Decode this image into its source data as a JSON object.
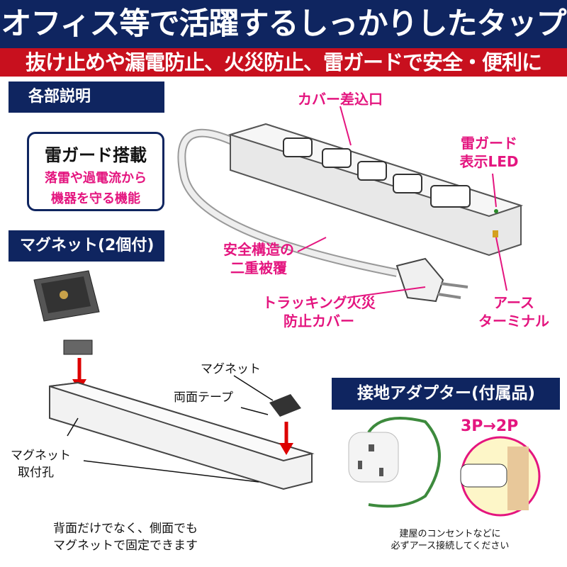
{
  "header": {
    "title": "オフィス等で活躍するしっかりしたタップ",
    "subtitle": "抜け止めや漏電防止、火災防止、雷ガードで安全・便利に"
  },
  "sections": {
    "parts": "各部説明",
    "magnet": "マグネット(2個付)",
    "adapter": "接地アダプター(付属品)"
  },
  "feature": {
    "title": "雷ガード搭載",
    "desc1": "落雷や過電流から",
    "desc2": "機器を守る機能"
  },
  "callouts": {
    "cover_outlet": "カバー差込口",
    "led1": "雷ガード",
    "led2": "表示LED",
    "cable1": "安全構造の",
    "cable2": "二重被覆",
    "tracking1": "トラッキング火災",
    "tracking2": "防止カバー",
    "earth1": "アース",
    "earth2": "ターミナル"
  },
  "magnet_diagram": {
    "magnet": "マグネット",
    "tape": "両面テープ",
    "hole1": "マグネット",
    "hole2": "取付孔",
    "note1": "背面だけでなく、側面でも",
    "note2": "マグネットで固定できます"
  },
  "adapter": {
    "conversion": "3P→2P",
    "note1": "建屋のコンセントなどに",
    "note2": "必ずアース接続してください"
  },
  "colors": {
    "navy": "#0f2560",
    "red": "#c8101e",
    "pink": "#e4157f"
  }
}
